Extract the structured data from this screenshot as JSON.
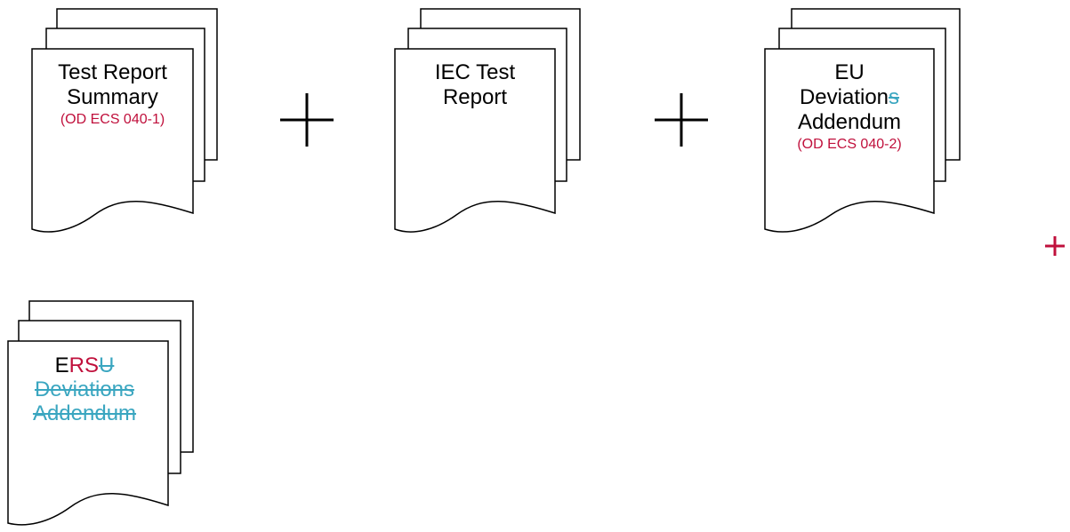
{
  "colors": {
    "ink": "#000000",
    "red": "#c0103c",
    "cyan": "#3aa6c0"
  },
  "documents": [
    {
      "title_1": "Test Report",
      "title_2": "Summary",
      "sub": "(OD ECS 040-1)"
    },
    {
      "title_1": "IEC Test",
      "title_2": "Report"
    },
    {
      "title_1": "EU",
      "title_2_main": "Deviation",
      "title_2_struck": "s",
      "title_3": "Addendum",
      "sub": "(OD ECS 040-2)"
    },
    {
      "t_e": "E",
      "t_rs": "RS",
      "t_u": "U",
      "struck_1": "Deviations",
      "struck_2": "Addendum"
    }
  ],
  "connectors": {
    "plus_1": "+",
    "plus_2": "+",
    "plus_3": "+"
  }
}
